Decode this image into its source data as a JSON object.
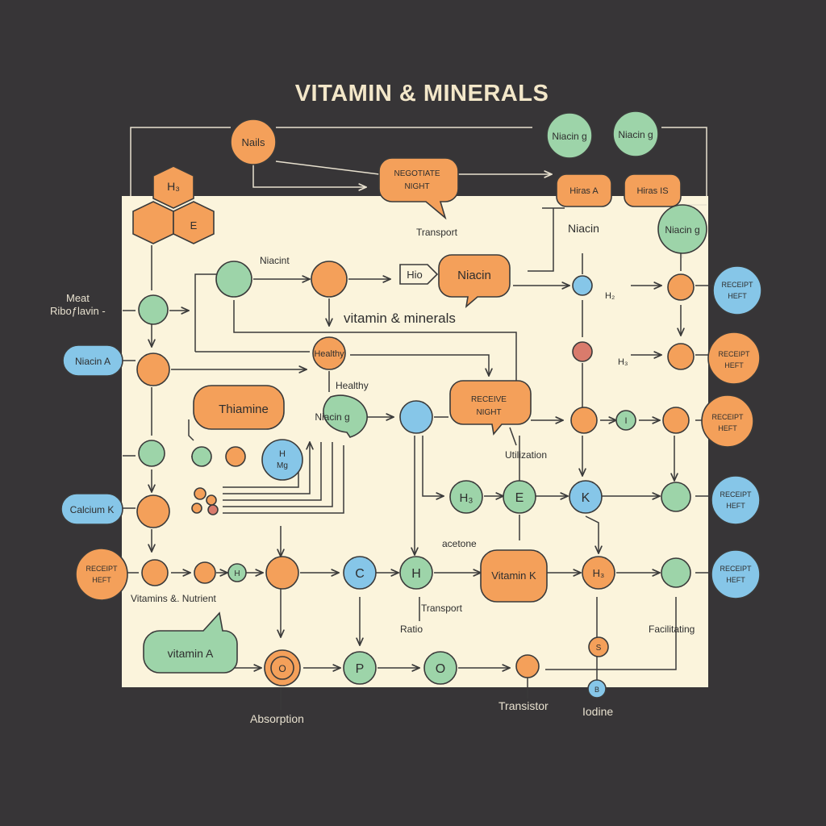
{
  "title": "VITAMIN & MINERALS",
  "colors": {
    "background": "#373537",
    "panel": "#fbf4dc",
    "orange": "#f4a05a",
    "green": "#9dd4a9",
    "blue": "#86c6e8",
    "red": "#d97b6c",
    "stroke": "#3a3a3a",
    "title": "#f3e7c9"
  },
  "labels": {
    "mid_title": "vitamin & minerals",
    "meat": "Meat",
    "riboflavin": "Riboƒlavin -",
    "transport_top": "Transport",
    "niacin_top": "Niacin",
    "niacint": "Niacint",
    "h2_label": "H₂",
    "h3_label": "H₃",
    "healthy": "Healthy",
    "utilization": "Utilization",
    "acetone": "acetone",
    "vitamins_nutrient": "Vitamins &. Nutrient",
    "transport_mid": "Transport",
    "ratio": "Ratio",
    "facilitating": "Facilitating",
    "absorption": "Absorption",
    "transistor": "Transistor",
    "iodine": "Iodine"
  },
  "nodes": {
    "nails": "Nails",
    "ng_top1": "Niacin g",
    "ng_top2": "Niacin g",
    "negotiate_1": "NEGOTIATE",
    "negotiate_2": "NIGHT",
    "hex_h3": "H₃",
    "hex_e": "E",
    "hiras_a": "Hiras A",
    "hiras_is": "Hiras IS",
    "niacin_right": "Niacin g",
    "hio": "Hio",
    "niacin_bubble": "Niacin",
    "healthy_node": "Healthy",
    "thiamine": "Thiamine",
    "niacin_mid": "Niacin g",
    "receive_1": "RECEIVE",
    "receive_2": "NIGHT",
    "h_small_1": "H",
    "h_small_2": "Mg",
    "c_node": "C",
    "h_node": "H",
    "vitamin_k": "Vitamin K",
    "h3_node": "H₃",
    "e_node": "E",
    "k_node": "K",
    "h3_mid": "H₃",
    "h_tiny": "H",
    "vitamin_a_box": "vitamin A",
    "o_circle": "O",
    "p_node": "P",
    "o_node": "O",
    "small_i": "I",
    "s_node": "S",
    "b_tiny": "B",
    "niacin_a": "Niacin A",
    "calcium_k": "Calcium K",
    "receipt_left_1": "RECEIPT",
    "receipt_left_2": "HEFT",
    "receipt_r1_1": "RECEIPT",
    "receipt_r1_2": "HEFT",
    "receipt_r2_1": "RECEIPT",
    "receipt_r2_2": "HEFT",
    "receipt_r3_1": "RECEIPT",
    "receipt_r3_2": "HEFT",
    "receipt_r4_1": "RECEIPT",
    "receipt_r4_2": "HEFT",
    "receipt_r5_1": "RECEIPT",
    "receipt_r5_2": "HEFT"
  }
}
